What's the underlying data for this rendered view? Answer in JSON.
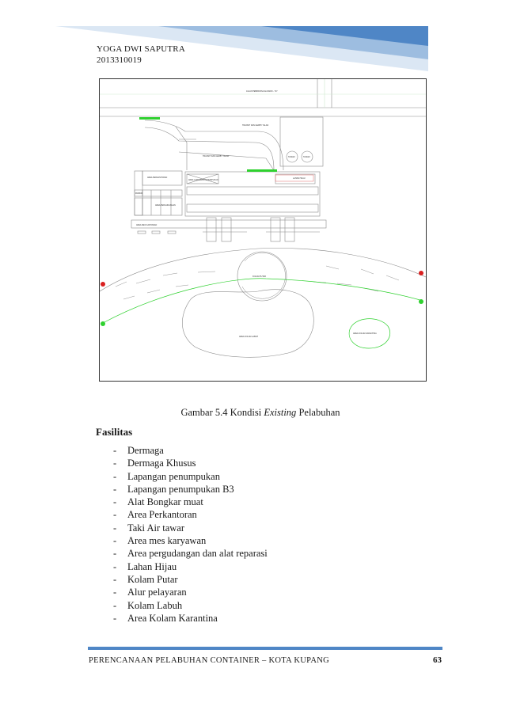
{
  "header": {
    "author_name": "YOGA DWI SAPUTRA",
    "student_id": "2013310019",
    "band_colors": [
      "#4f86c6",
      "#9dbde0",
      "#dbe7f4"
    ]
  },
  "figure": {
    "caption_prefix": "Gambar 5.4 Kondisi ",
    "caption_italic": "Existing",
    "caption_suffix": " Pelabuhan",
    "labels": {
      "road_top": "JALAN PEMBATASA ALUMANI - 71Y",
      "road_mid": "TRANSIT DAN GERBY YALAN",
      "road_lower": "TRANSIT DAN GERBY YALAN",
      "office": "AREA PERKANTORAN",
      "warehouse": "AREA PERGUDANGAN",
      "b3": "AREA LAPANGAN PENUMPUKAN",
      "tank_1": "TANGKI",
      "tank_2": "TANGKI",
      "turning_basin": "KOLAM PUTAR",
      "anchorage": "AREA KOLAM LABUH",
      "quarantine": "AREA KOLAM KARANTINA",
      "mess": "AREA MES KARYAWAN",
      "parking": "PARKIR",
      "green_area": "LAHAN HIJAU"
    },
    "marker_colors": {
      "green": "#2fd12f",
      "red": "#d92020",
      "channel": "#35d135"
    }
  },
  "section": {
    "title": "Fasilitas",
    "dash": "-",
    "items": [
      "Dermaga",
      "Dermaga Khusus",
      "Lapangan penumpukan",
      "Lapangan penumpukan B3",
      "Alat Bongkar muat",
      "Area Perkantoran",
      "Taki Air tawar",
      "Area mes karyawan",
      "Area pergudangan dan alat reparasi",
      "Lahan Hijau",
      "Kolam Putar",
      "Alur pelayaran",
      "Kolam Labuh",
      "Area Kolam Karantina"
    ]
  },
  "footer": {
    "title": "PERENCANAAN PELABUHAN CONTAINER – KOTA KUPANG",
    "page_number": "63"
  }
}
